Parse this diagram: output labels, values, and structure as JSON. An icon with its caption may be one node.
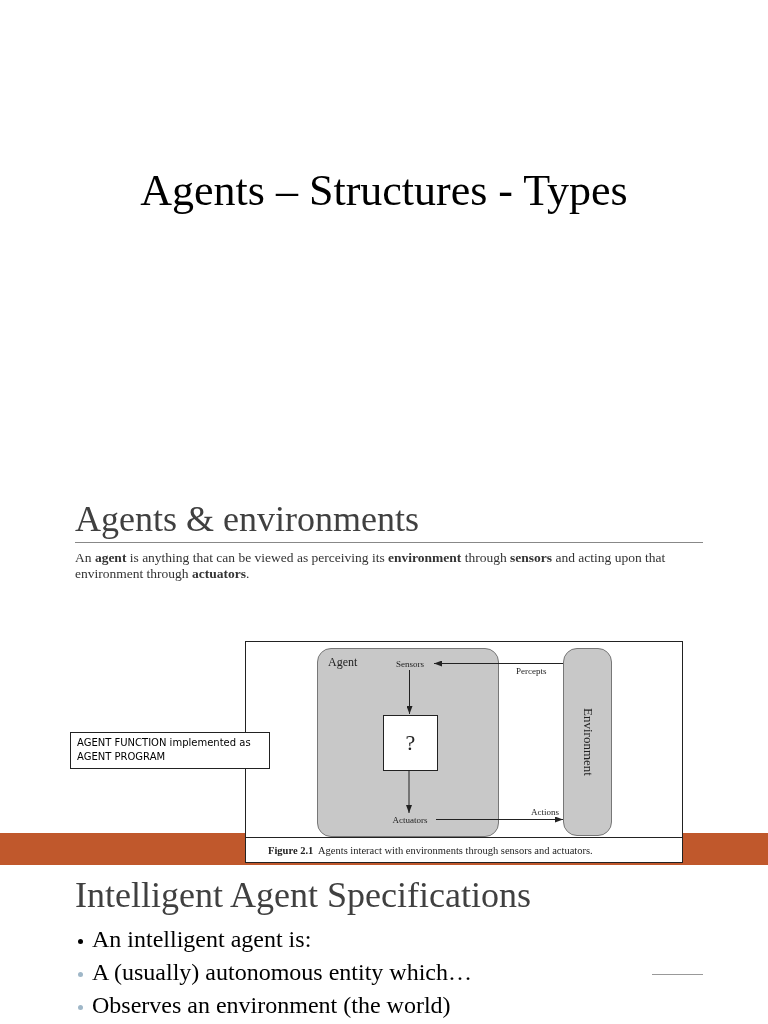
{
  "diagram": {
    "title": "Agents – Structures - Types",
    "nodes": [
      {
        "text": [
          "Agent"
        ]
      },
      {
        "text": [
          "Sensors"
        ],
        "in": 0
      },
      {
        "text": [
          "?"
        ],
        "in": 0
      },
      {
        "text": [
          "Actuators"
        ],
        "in": 0
      },
      {
        "text": [
          "Environment"
        ]
      },
      {
        "text": [
          "AGENT FUNCTION implemented as AGENT PROGRAM"
        ]
      }
    ],
    "edges": [
      {
        "from": 4,
        "to": 1,
        "arrow": "to",
        "label": "Percepts"
      },
      {
        "from": 1,
        "to": 2,
        "arrow": "to"
      },
      {
        "from": 2,
        "to": 3,
        "arrow": "to"
      },
      {
        "from": 3,
        "to": 4,
        "arrow": "to",
        "label": "Actions"
      }
    ],
    "caption": "**Figure 2.1**  Agents interact with environments through sensors and actuators.",
    "labels": [
      "Agents & environments",
      "An **agent** is anything that can be viewed as perceiving its **environment** through **sensors** and acting upon that environment through **actuators**.",
      "Intelligent Agent Specifications",
      "An intelligent agent is:",
      "A (usually) autonomous entity which…",
      "Observes an environment (the world)"
    ]
  }
}
